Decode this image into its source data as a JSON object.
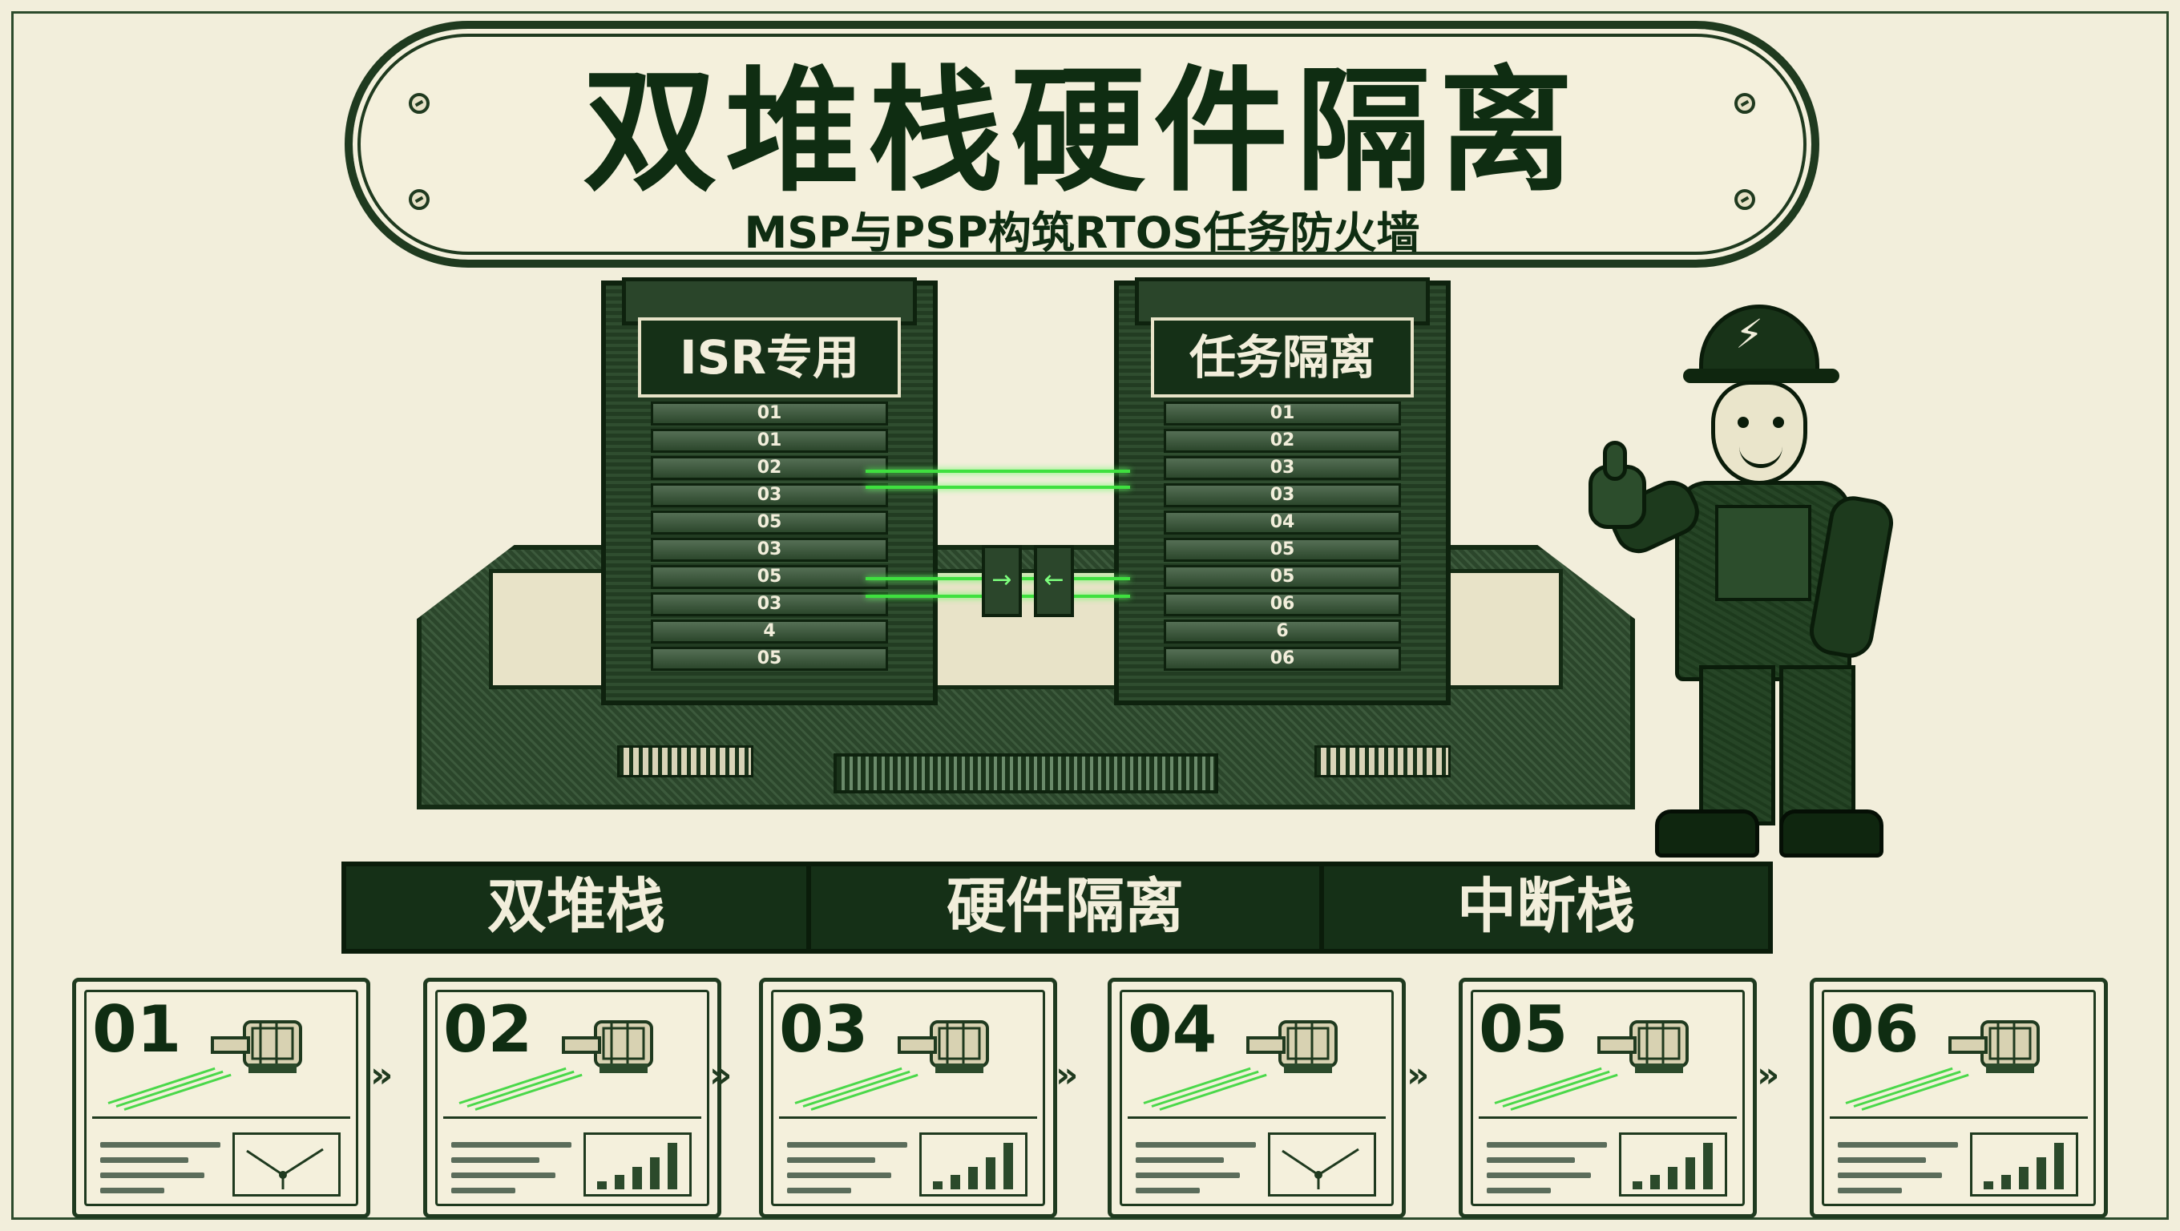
{
  "title": {
    "main": "双堆栈硬件隔离",
    "subtitle": "MSP与PSP构筑RTOS任务防火墙"
  },
  "stacks": [
    {
      "label": "ISR专用",
      "slots": [
        "01",
        "01",
        "02",
        "03",
        "05",
        "03",
        "05",
        "03",
        "4",
        "05"
      ]
    },
    {
      "label": "任务隔离",
      "slots": [
        "01",
        "02",
        "03",
        "03",
        "04",
        "05",
        "05",
        "06",
        "6",
        "06"
      ]
    }
  ],
  "banner": [
    "双堆栈",
    "硬件隔离",
    "中断栈"
  ],
  "steps": [
    {
      "num": "01",
      "chart": "line"
    },
    {
      "num": "02",
      "chart": "bars"
    },
    {
      "num": "03",
      "chart": "bars"
    },
    {
      "num": "04",
      "chart": "line"
    },
    {
      "num": "05",
      "chart": "bars"
    },
    {
      "num": "06",
      "chart": "bars"
    }
  ],
  "colors": {
    "background": "#f2eedb",
    "ink": "#1f3a1f",
    "glow": "#3fe03f"
  },
  "icons": {
    "arrow": "double-chevron-right-icon",
    "helmet": "lightning-bolt-icon"
  }
}
